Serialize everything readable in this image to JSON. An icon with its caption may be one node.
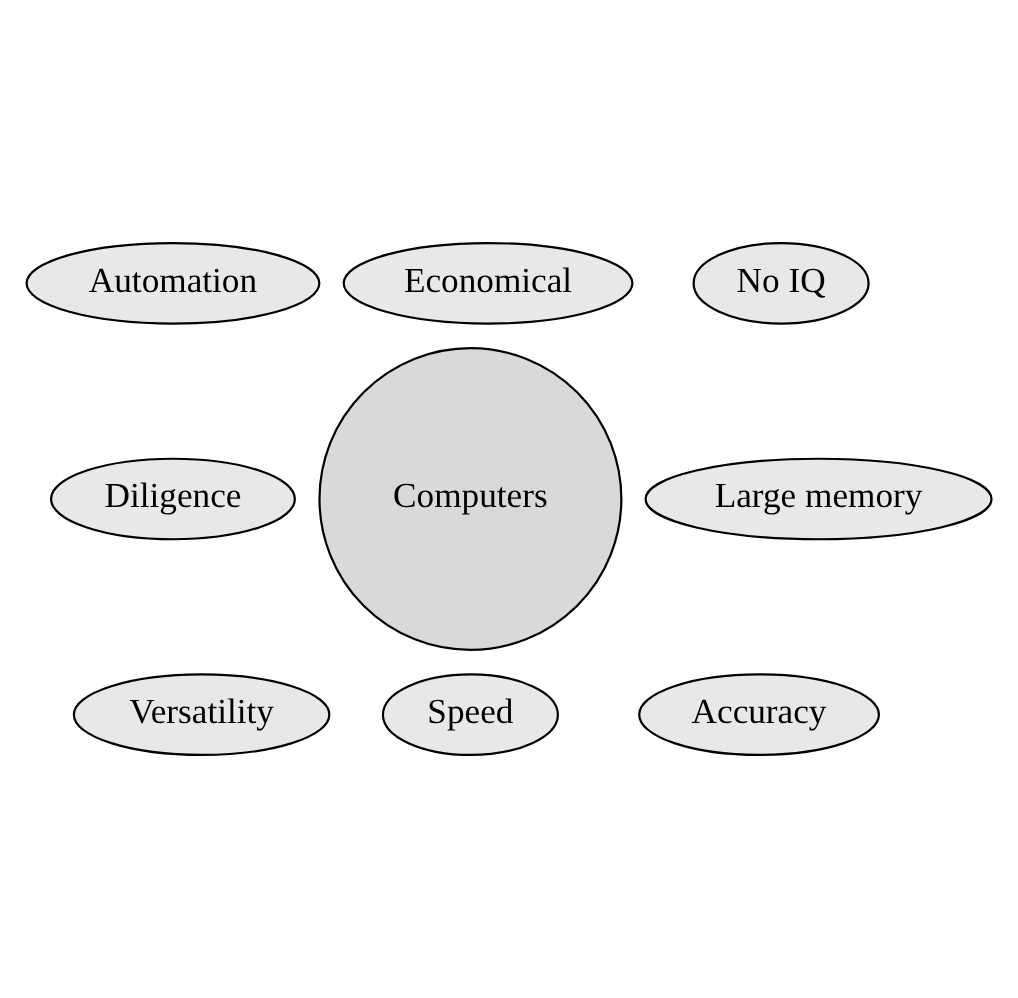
{
  "diagram": {
    "nodes": [
      {
        "text": [
          "Economical"
        ]
      },
      {
        "text": [
          "Automation"
        ]
      },
      {
        "text": [
          "No IQ"
        ]
      },
      {
        "text": [
          "Diligence"
        ]
      },
      {
        "text": [
          "Computers"
        ]
      },
      {
        "text": [
          "Large memory"
        ]
      },
      {
        "text": [
          "Accuracy"
        ]
      },
      {
        "text": [
          "Versatility"
        ]
      },
      {
        "text": [
          "Speed"
        ]
      }
    ],
    "edges": []
  }
}
